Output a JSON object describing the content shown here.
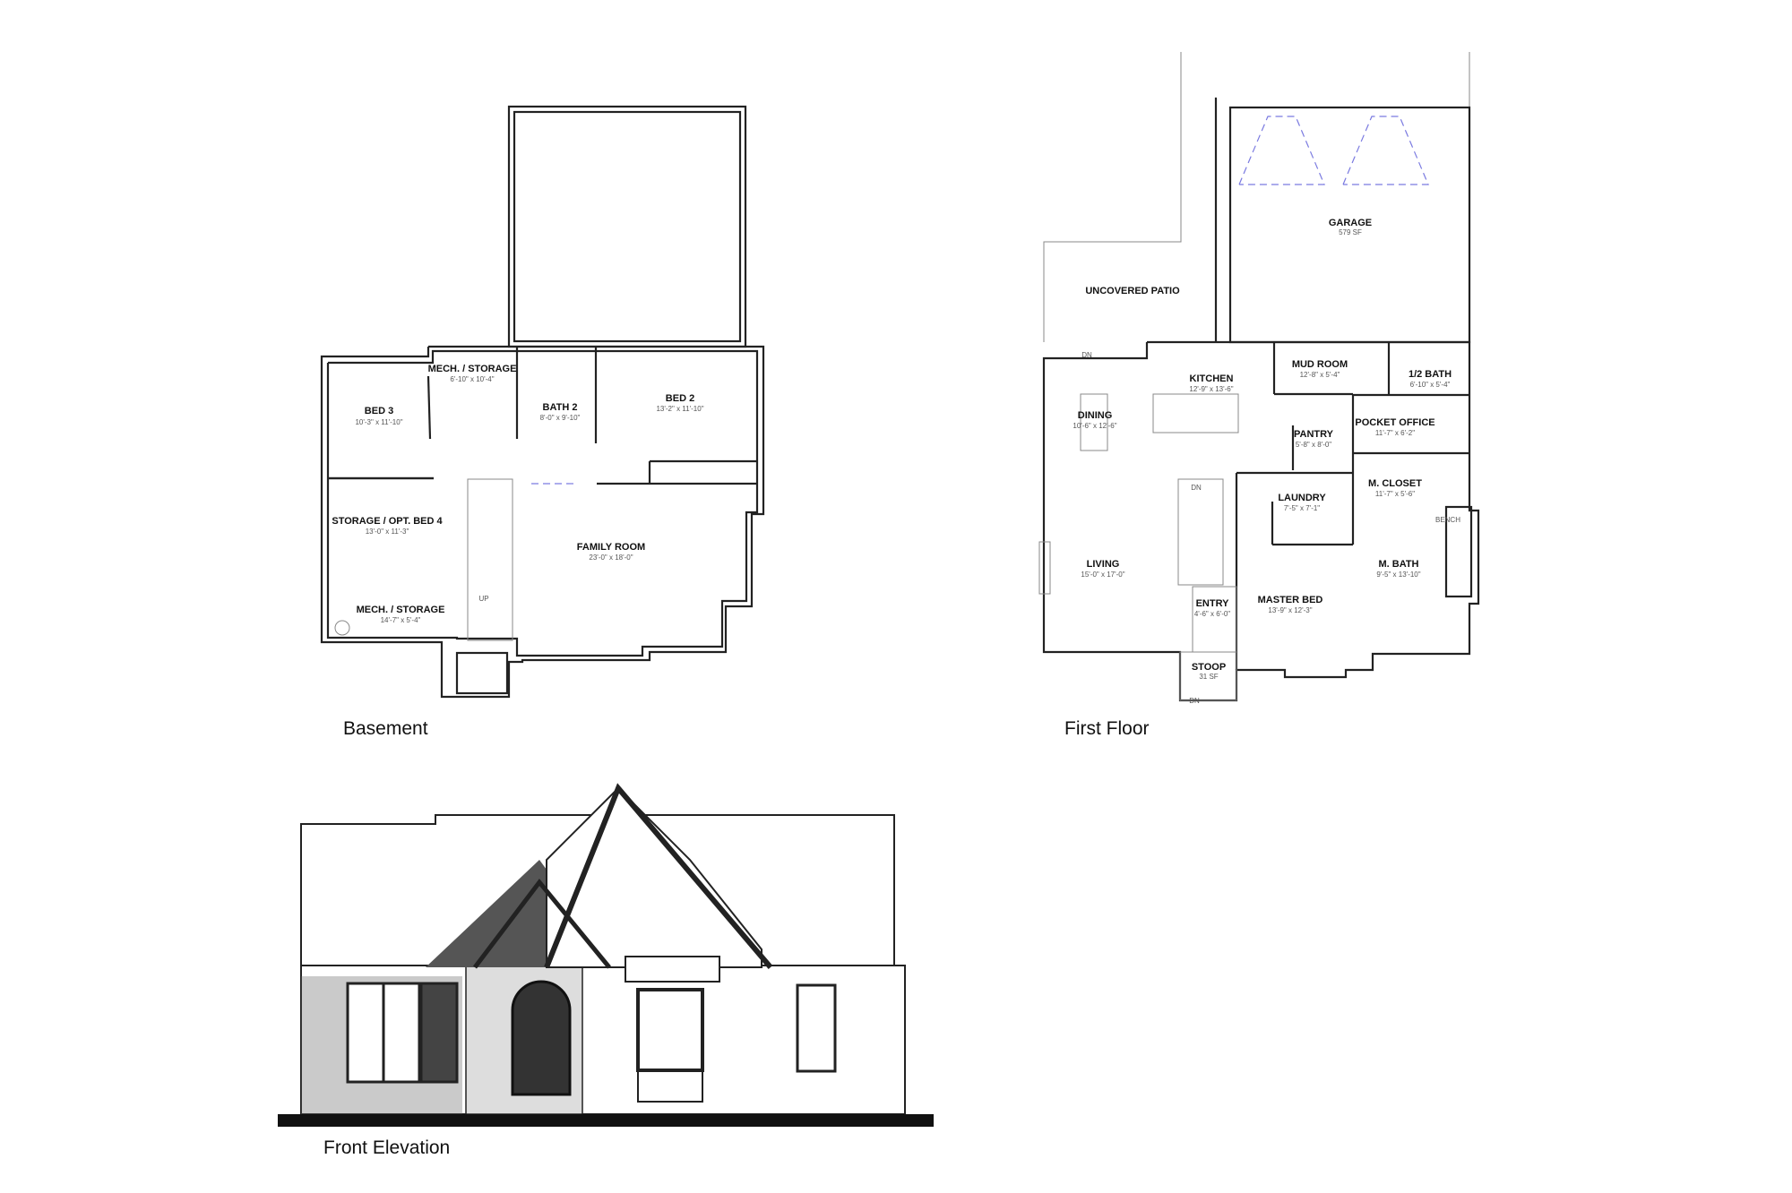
{
  "basement": {
    "title": "Basement",
    "rooms": [
      {
        "name": "BED 3",
        "dims": "10'-3\" x 11'-10\""
      },
      {
        "name": "MECH. / STORAGE",
        "dims": "6'-10\" x 10'-4\""
      },
      {
        "name": "BATH 2",
        "dims": "8'-0\" x 9'-10\""
      },
      {
        "name": "BED 2",
        "dims": "13'-2\" x 11'-10\""
      },
      {
        "name": "STORAGE / OPT. BED 4",
        "dims": "13'-0\" x 11'-3\""
      },
      {
        "name": "FAMILY ROOM",
        "dims": "23'-0\" x 18'-0\""
      },
      {
        "name": "MECH. / STORAGE",
        "dims": "14'-7\" x 5'-4\""
      }
    ],
    "stair_label": "UP"
  },
  "first_floor": {
    "title": "First Floor",
    "rooms": [
      {
        "name": "GARAGE",
        "dims": "579 SF"
      },
      {
        "name": "UNCOVERED PATIO",
        "dims": ""
      },
      {
        "name": "MUD ROOM",
        "dims": "12'-8\" x 5'-4\""
      },
      {
        "name": "1/2 BATH",
        "dims": "6'-10\" x 5'-4\""
      },
      {
        "name": "KITCHEN",
        "dims": "12'-9\" x 13'-6\""
      },
      {
        "name": "DINING",
        "dims": "10'-6\" x 12'-6\""
      },
      {
        "name": "POCKET OFFICE",
        "dims": "11'-7\" x 6'-2\""
      },
      {
        "name": "PANTRY",
        "dims": "5'-8\" x 8'-0\""
      },
      {
        "name": "M. CLOSET",
        "dims": "11'-7\" x 5'-6\""
      },
      {
        "name": "LAUNDRY",
        "dims": "7'-5\" x 7'-1\""
      },
      {
        "name": "LIVING",
        "dims": "15'-0\" x 17'-0\""
      },
      {
        "name": "M. BATH",
        "dims": "9'-5\" x 13'-10\""
      },
      {
        "name": "MASTER BED",
        "dims": "13'-9\" x 12'-3\""
      },
      {
        "name": "ENTRY",
        "dims": "4'-6\" x 6'-0\""
      },
      {
        "name": "STOOP",
        "dims": "31 SF"
      }
    ],
    "notes": {
      "bench": "BENCH",
      "dn1": "DN",
      "dn2": "DN",
      "dn3": "DN"
    }
  },
  "elevation": {
    "title": "Front Elevation"
  }
}
